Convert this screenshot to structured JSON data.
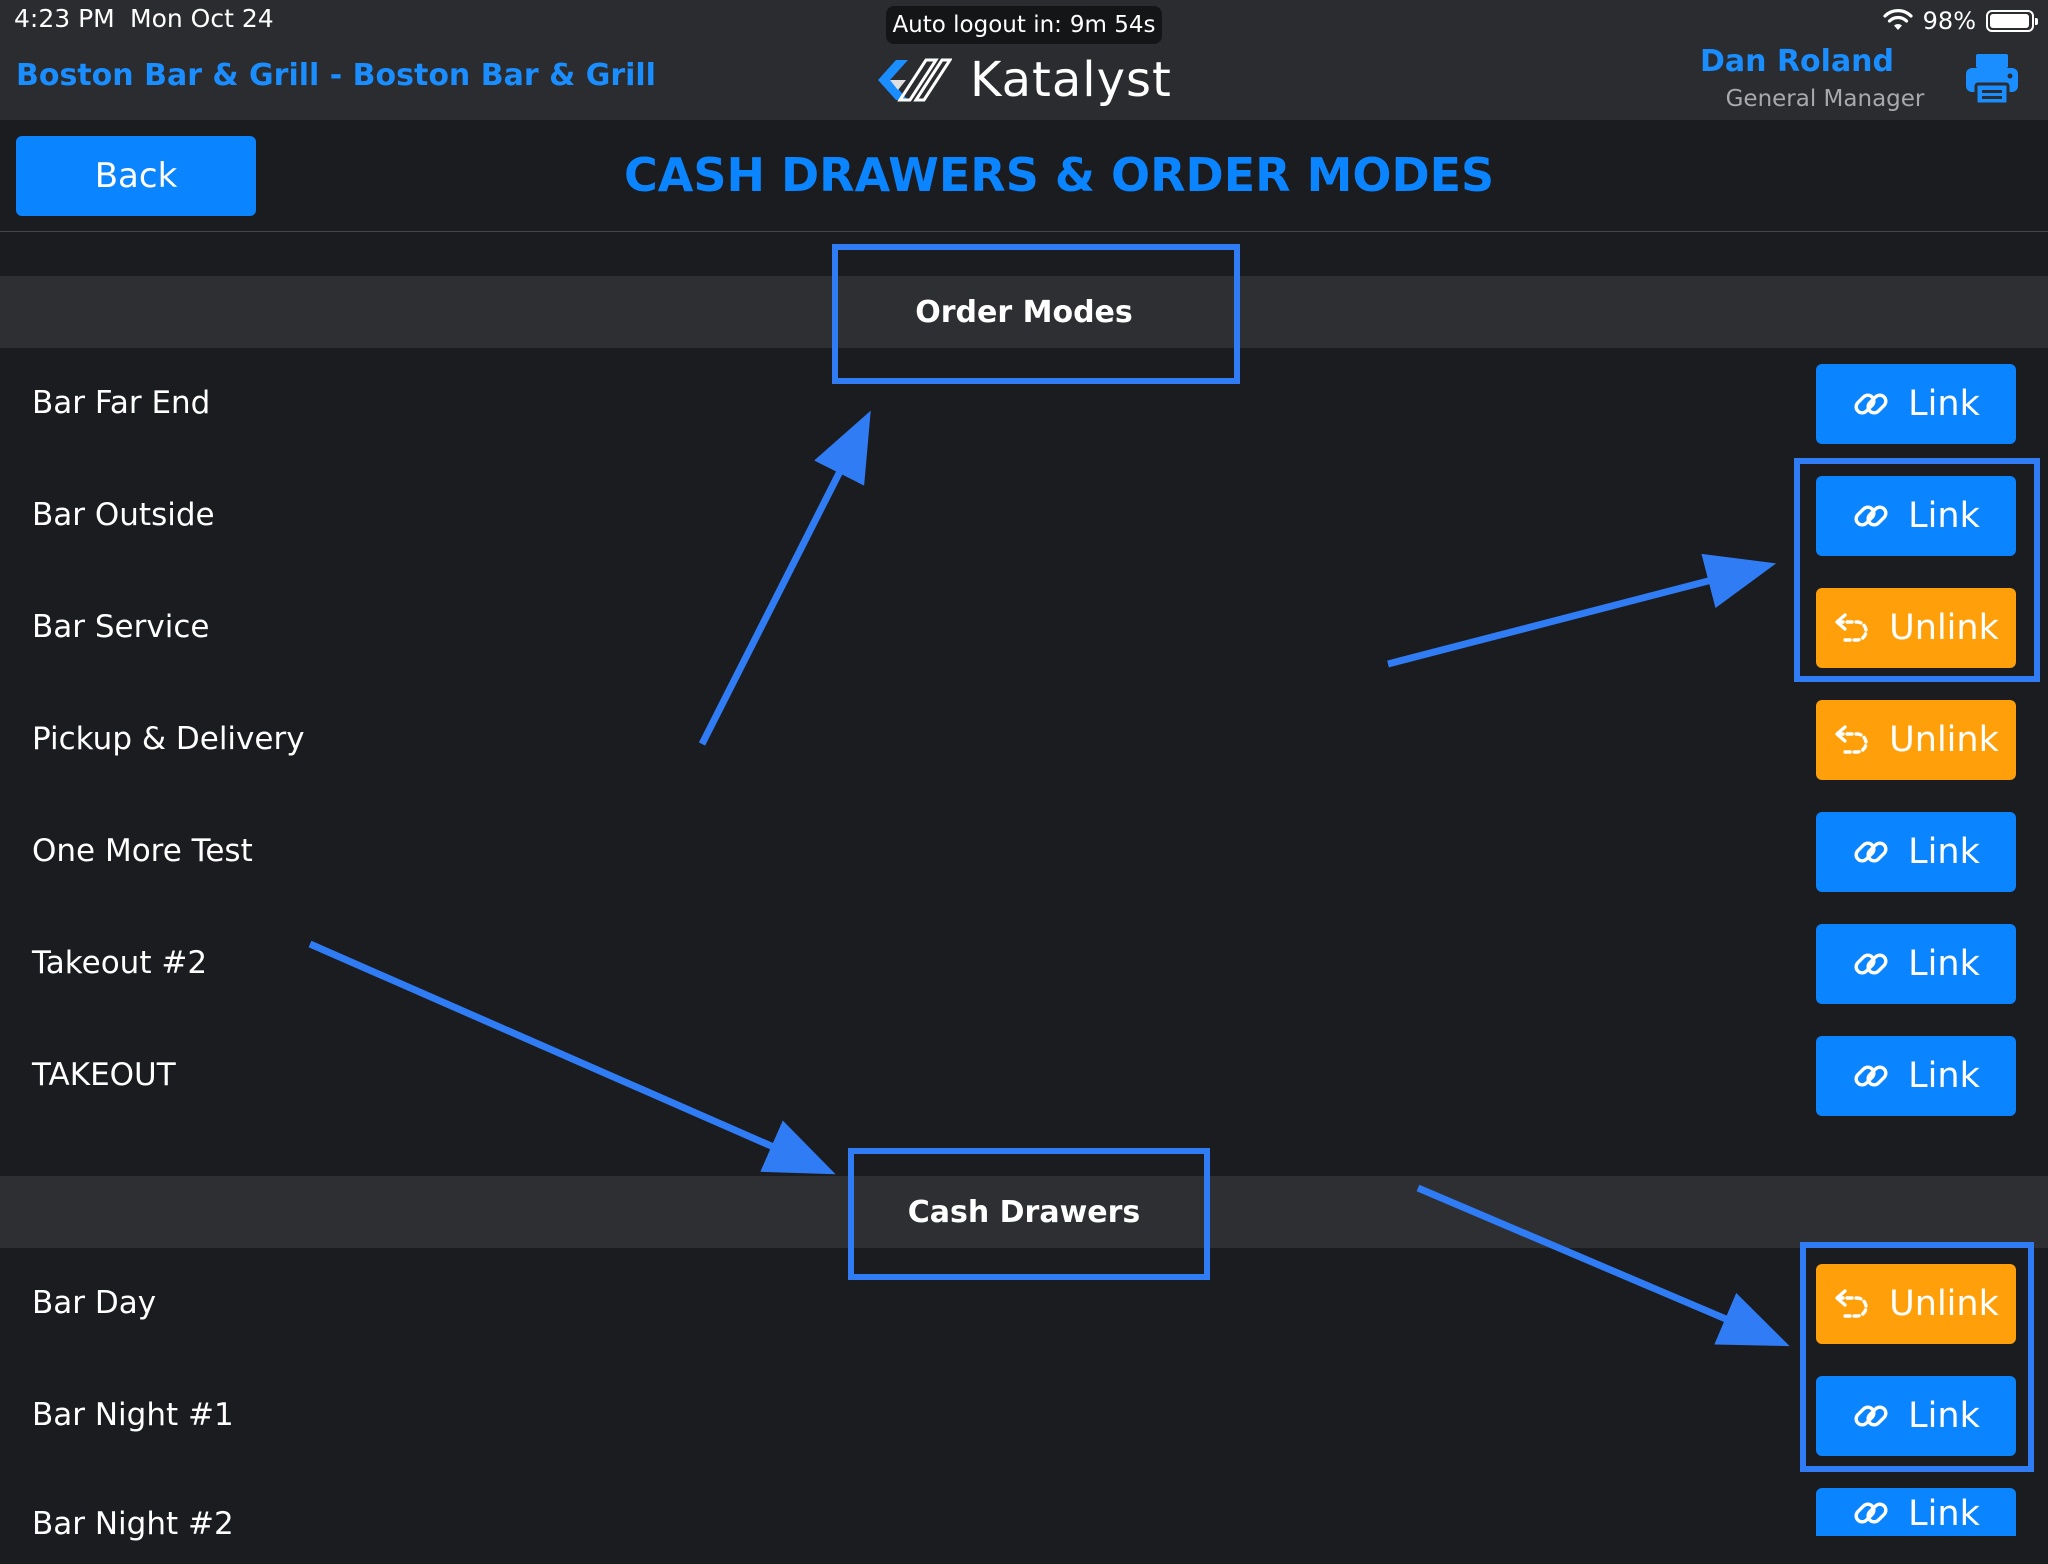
{
  "status_bar": {
    "time": "4:23 PM",
    "date": "Mon Oct 24",
    "battery": "98%",
    "battery_level": 0.98
  },
  "auto_logout": {
    "label": "Auto logout in:",
    "value": "9m 54s"
  },
  "header": {
    "location": "Boston Bar & Grill - Boston Bar & Grill",
    "brand": "Katalyst",
    "user_name": "Dan Roland",
    "user_role": "General Manager"
  },
  "page": {
    "back_label": "Back",
    "title": "CASH DRAWERS & ORDER MODES"
  },
  "sections": {
    "order_modes": {
      "title": "Order Modes",
      "rows": [
        {
          "label": "Bar Far End",
          "action": "Link"
        },
        {
          "label": "Bar Outside",
          "action": "Link"
        },
        {
          "label": "Bar Service",
          "action": "Unlink"
        },
        {
          "label": "Pickup & Delivery",
          "action": "Unlink"
        },
        {
          "label": "One More Test",
          "action": "Link"
        },
        {
          "label": "Takeout #2",
          "action": "Link"
        },
        {
          "label": "TAKEOUT",
          "action": "Link"
        }
      ]
    },
    "cash_drawers": {
      "title": "Cash Drawers",
      "rows": [
        {
          "label": "Bar Day",
          "action": "Unlink"
        },
        {
          "label": "Bar Night #1",
          "action": "Link"
        },
        {
          "label": "Bar Night #2",
          "action": "Link"
        }
      ]
    }
  },
  "colors": {
    "link": "#0a84ff",
    "unlink": "#ff9f0a",
    "annotation": "#2f7cf5"
  }
}
